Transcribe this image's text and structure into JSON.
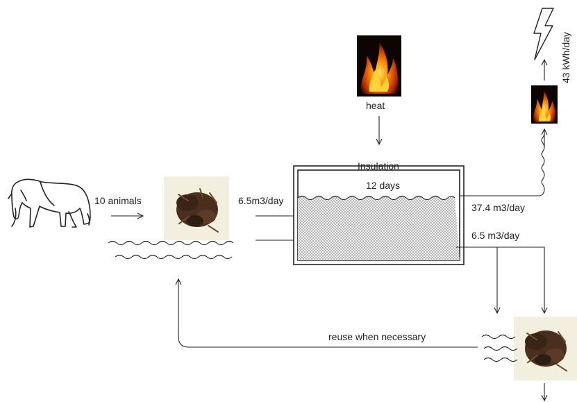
{
  "diagram": {
    "labels": {
      "animals": "10 animals",
      "inflow": "6.5m3/day",
      "heat": "heat",
      "insulation": "Insulation",
      "retention": "12 days",
      "gas_output": "37.4 m3/day",
      "slurry_output": "6.5 m3/day",
      "electricity": "43 kWh/day",
      "reuse": "reuse when necessary"
    },
    "icons": {
      "animal": "cow-icon",
      "fresh_manure": "manure-icon",
      "heat_source": "fire-icon",
      "generator": "fire-icon",
      "power": "lightning-icon",
      "digestate": "manure-icon"
    },
    "colors": {
      "line": "#222222",
      "slurry_fill": "#f2f2f2",
      "flame_orange": "#ff8a00",
      "flame_yellow": "#ffd23a",
      "manure_brown": "#4a2f1e",
      "photo_bg": "#f3efdf"
    }
  }
}
